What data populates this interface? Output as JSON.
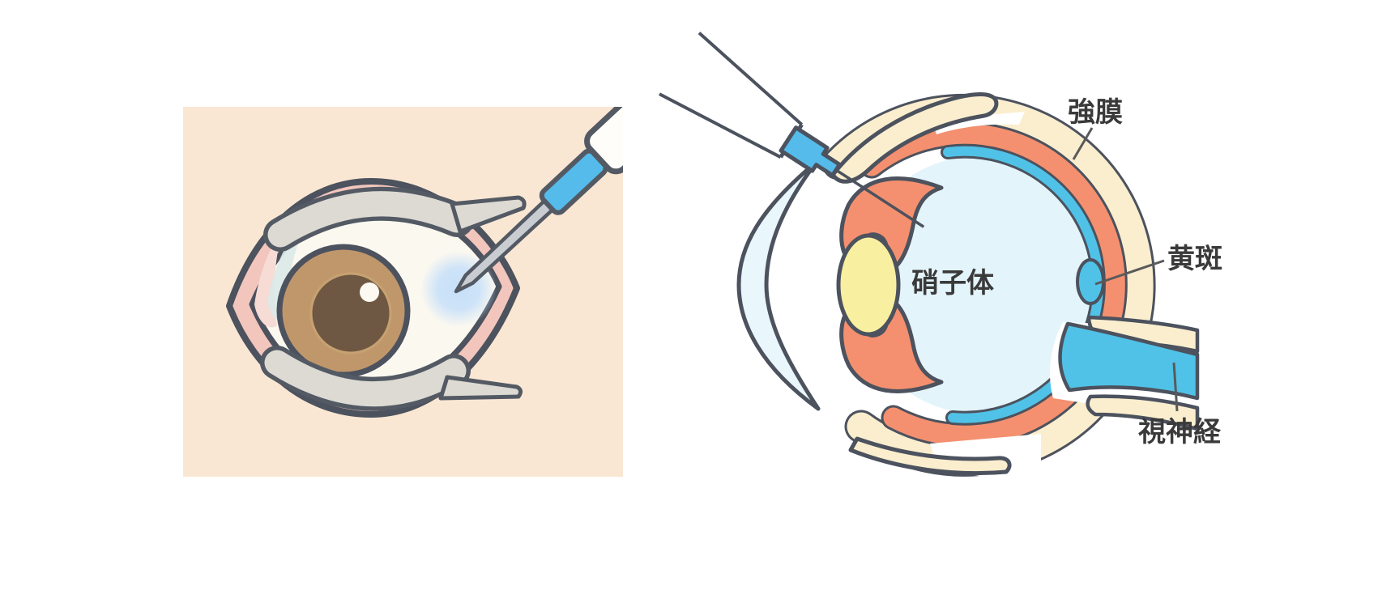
{
  "figure": {
    "kind": "eye-injection-medical-illustration",
    "panels": [
      "front-view-injection",
      "eyeball-cross-section"
    ]
  },
  "diagram": {
    "labels": {
      "sclera": "強膜",
      "vitreous": "硝子体",
      "macula": "黄斑",
      "optic_nerve": "視神経"
    }
  },
  "palette": {
    "page_bg": "#ffffff",
    "panel_bg_peach": "#fae7d3",
    "outline_dark": "#4c525e",
    "lid_rim_pink": "#f2c6bc",
    "speculum_gray": "#dcdad3",
    "sclera_white": "#fbf8f0",
    "iris_tan": "#c0976b",
    "pupil_brown": "#6f5843",
    "injection_spot_blue": "#c6dff8",
    "syringe_hub_blue": "#54bbea",
    "needle_gray": "#c9cdd2",
    "sclera_cream": "#faeece",
    "choroid_salmon": "#f4906f",
    "retina_blue": "#50c2e7",
    "vitreous_blue": "#e3f4fb",
    "lens_yellow": "#f9efa0",
    "cornea_blue": "#e9f6fb",
    "label_text": "#3a3a3a",
    "pointer_line": "#5a5a5a"
  }
}
